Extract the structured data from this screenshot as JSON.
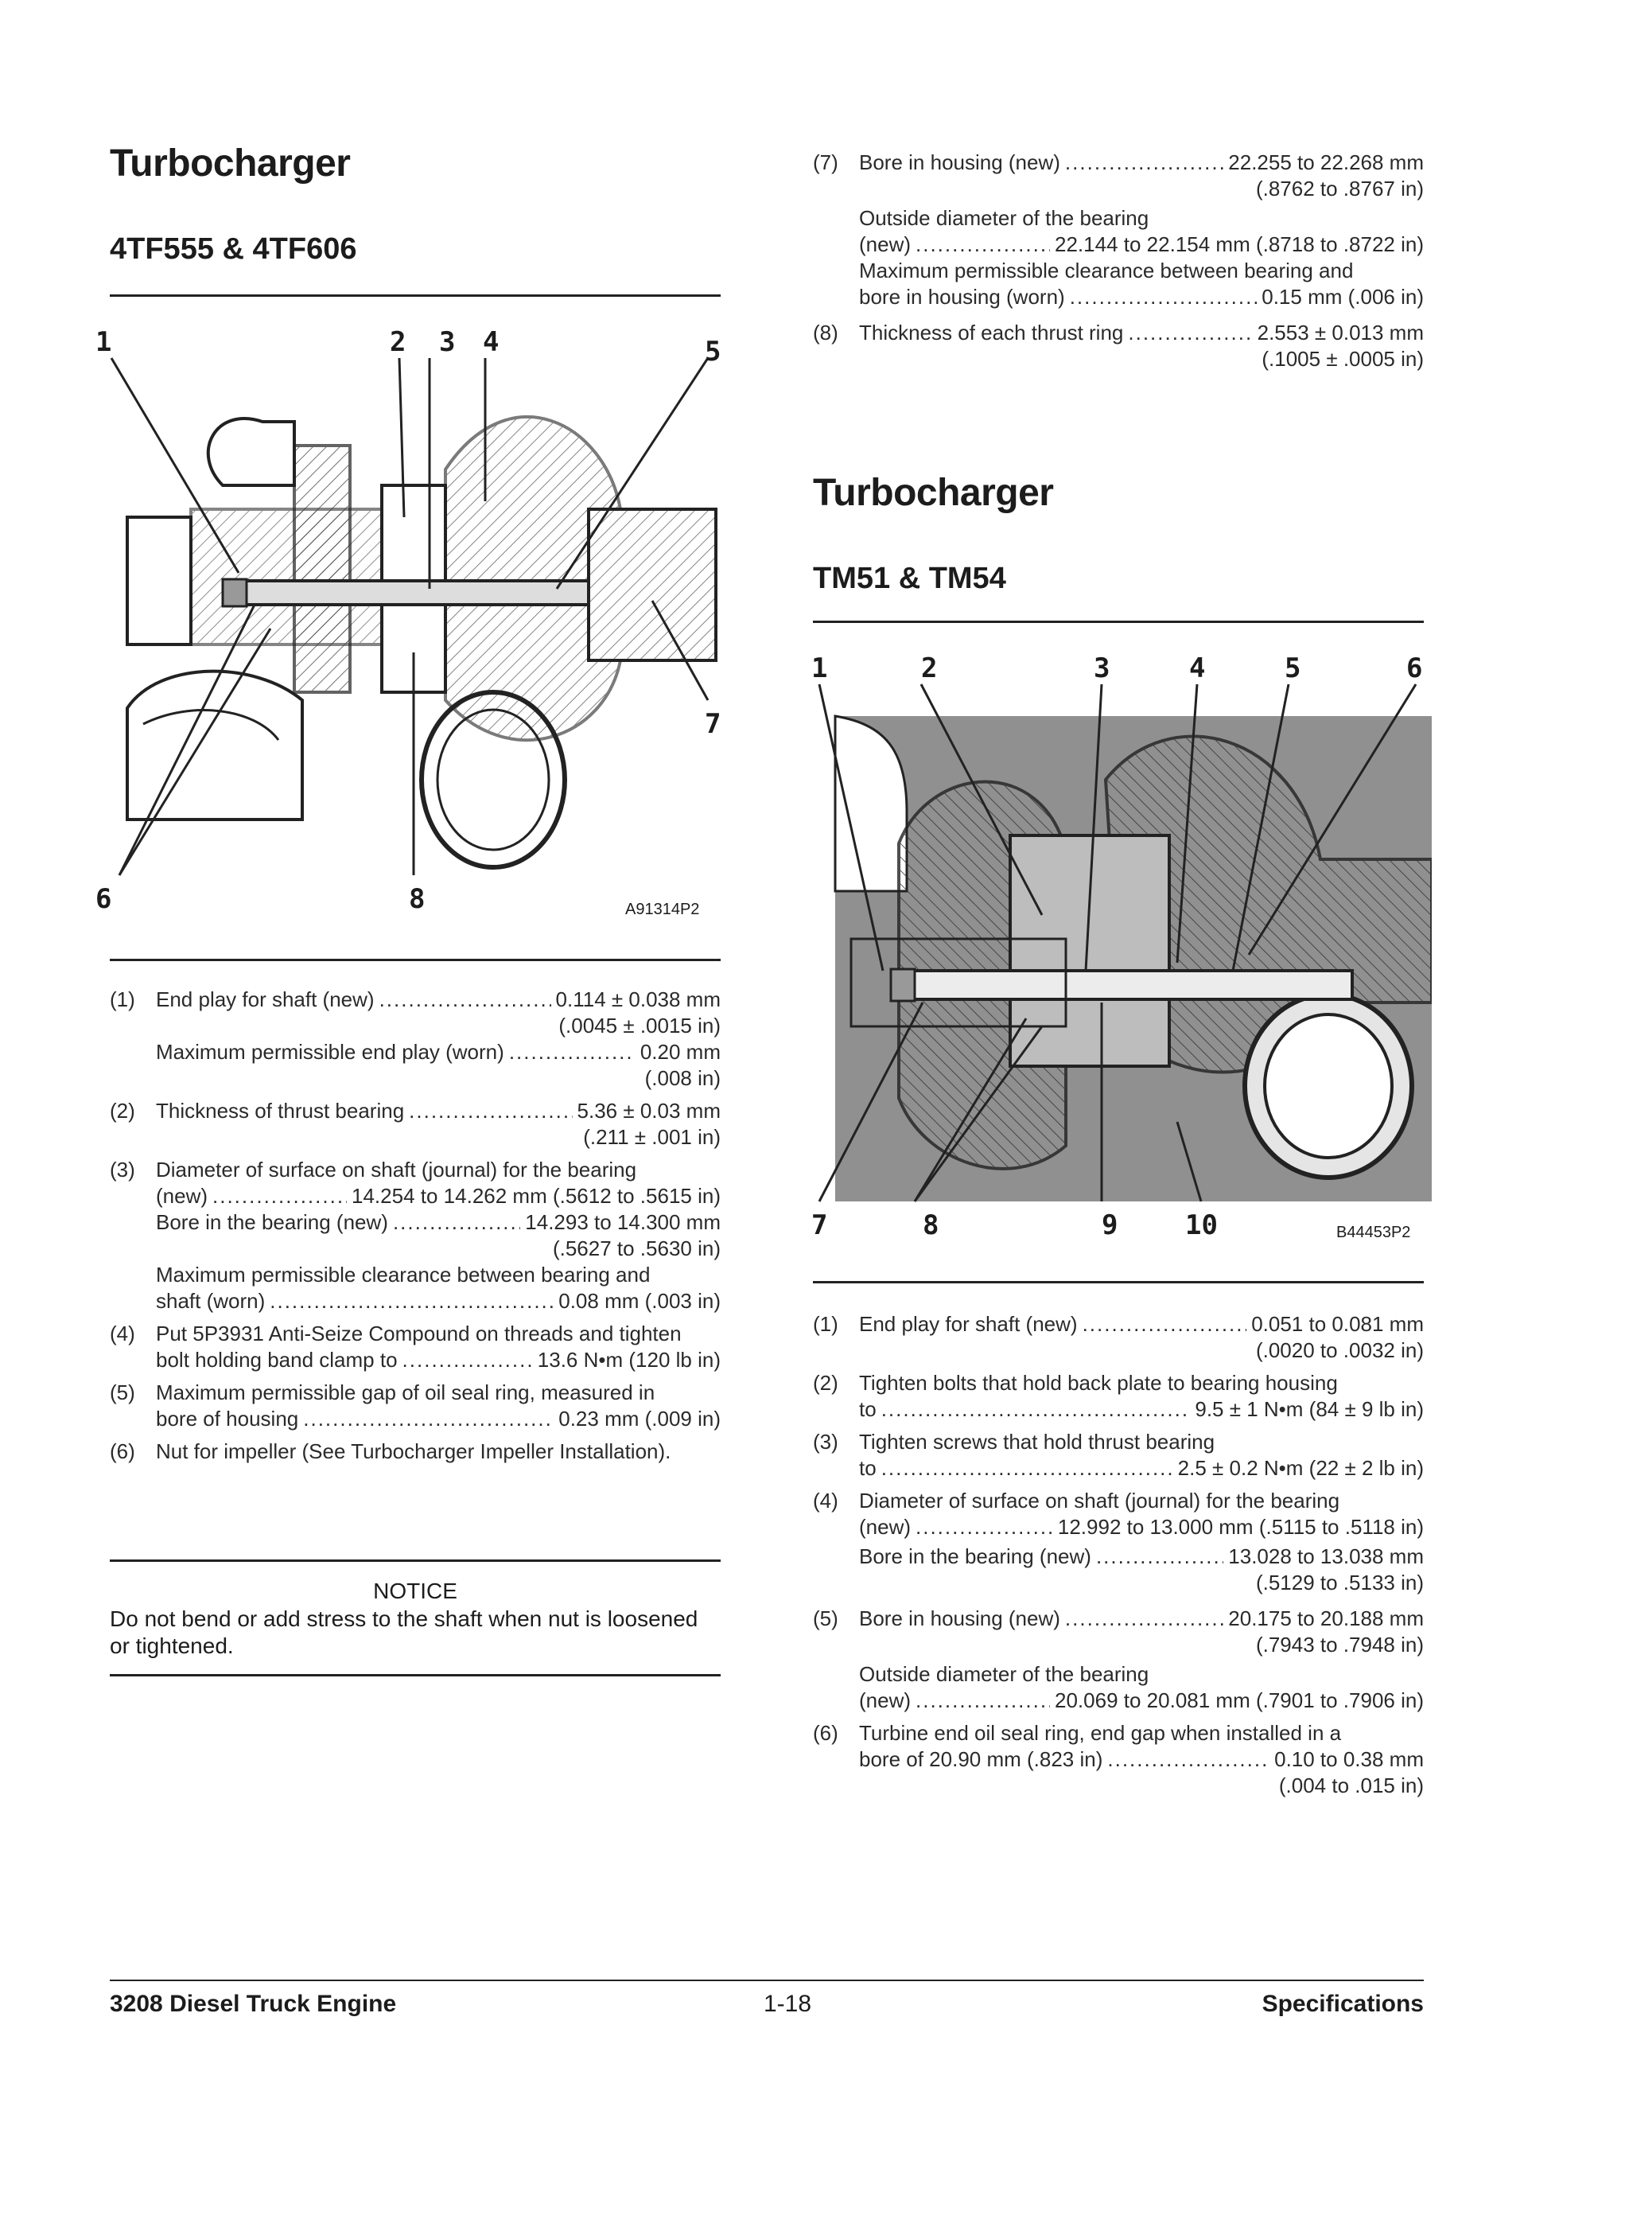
{
  "left": {
    "title": "Turbocharger",
    "subtitle": "4TF555 & 4TF606",
    "figure": {
      "id": "A91314P2",
      "callouts": [
        "1",
        "2",
        "3",
        "4",
        "5",
        "6",
        "7",
        "8"
      ]
    },
    "specs": [
      {
        "num": "(1)",
        "lines": [
          {
            "label": "End play for shaft (new)",
            "value": "0.114 ± 0.038 mm"
          },
          {
            "value": "(.0045 ± .0015 in)"
          },
          {
            "label": "Maximum permissible end play (worn)",
            "value": "0.20 mm",
            "indent": true
          },
          {
            "value": "(.008 in)"
          }
        ]
      },
      {
        "num": "(2)",
        "lines": [
          {
            "label": "Thickness of thrust bearing",
            "value": "5.36 ± 0.03 mm"
          },
          {
            "value": "(.211 ± .001 in)"
          }
        ]
      },
      {
        "num": "(3)",
        "lines": [
          {
            "text": "Diameter of surface on shaft (journal) for the bearing"
          },
          {
            "label": "(new)",
            "value": "14.254 to 14.262 mm (.5612 to .5615 in)"
          },
          {
            "label": "Bore in the bearing (new)",
            "value": "14.293 to 14.300 mm",
            "indent": true
          },
          {
            "value": "(.5627 to .5630 in)"
          },
          {
            "text": "Maximum permissible clearance between bearing and",
            "indent": true
          },
          {
            "label": "shaft (worn)",
            "value": "0.08 mm (.003 in)",
            "indent": true
          }
        ]
      },
      {
        "num": "(4)",
        "lines": [
          {
            "text": "Put 5P3931 Anti-Seize Compound on threads and tighten"
          },
          {
            "label": "bolt holding band clamp to",
            "value": "13.6 N•m (120 lb in)"
          }
        ]
      },
      {
        "num": "(5)",
        "lines": [
          {
            "text": "Maximum permissible gap of oil seal ring, measured in"
          },
          {
            "label": "bore of housing",
            "value": "0.23 mm (.009 in)"
          }
        ]
      },
      {
        "num": "(6)",
        "lines": [
          {
            "text": "Nut for impeller (See Turbocharger Impeller Installation)."
          }
        ]
      }
    ],
    "notice": {
      "heading": "NOTICE",
      "body": "Do not bend or add stress to the shaft when nut is loosened or tightened."
    }
  },
  "right": {
    "top_specs": [
      {
        "num": "(7)",
        "lines": [
          {
            "label": "Bore in housing (new)",
            "value": "22.255 to 22.268 mm"
          },
          {
            "value": "(.8762 to .8767 in)"
          },
          {
            "text": "Outside diameter of the bearing"
          },
          {
            "label": "(new)",
            "value": "22.144 to 22.154 mm (.8718 to .8722 in)"
          },
          {
            "text": "Maximum permissible clearance between bearing and"
          },
          {
            "label": "bore in housing (worn)",
            "value": "0.15 mm (.006 in)"
          }
        ]
      },
      {
        "num": "(8)",
        "lines": [
          {
            "label": "Thickness of each thrust ring",
            "value": "2.553 ± 0.013 mm"
          },
          {
            "value": "(.1005 ± .0005 in)"
          }
        ]
      }
    ],
    "title": "Turbocharger",
    "subtitle": "TM51 & TM54",
    "figure": {
      "id": "B44453P2",
      "callouts": [
        "1",
        "2",
        "3",
        "4",
        "5",
        "6",
        "7",
        "8",
        "9",
        "10"
      ]
    },
    "specs": [
      {
        "num": "(1)",
        "lines": [
          {
            "label": "End play for shaft (new)",
            "value": "0.051 to 0.081 mm"
          },
          {
            "value": "(.0020 to .0032 in)"
          }
        ]
      },
      {
        "num": "(2)",
        "lines": [
          {
            "text": "Tighten bolts that hold back plate to bearing housing"
          },
          {
            "label": "to",
            "value": "9.5 ± 1 N•m (84 ± 9 lb in)"
          }
        ]
      },
      {
        "num": "(3)",
        "lines": [
          {
            "text": "Tighten screws that hold thrust bearing"
          },
          {
            "label": "to",
            "value": "2.5 ± 0.2 N•m (22 ± 2 lb in)"
          }
        ]
      },
      {
        "num": "(4)",
        "lines": [
          {
            "text": "Diameter of surface on shaft (journal) for the bearing"
          },
          {
            "label": "(new)",
            "value": "12.992 to 13.000 mm (.5115 to .5118 in)"
          },
          {
            "label": "Bore in the bearing (new)",
            "value": "13.028 to 13.038 mm"
          },
          {
            "value": "(.5129 to .5133 in)"
          }
        ]
      },
      {
        "num": "(5)",
        "lines": [
          {
            "label": "Bore in housing (new)",
            "value": "20.175 to 20.188 mm"
          },
          {
            "value": "(.7943 to .7948 in)"
          },
          {
            "text": "Outside diameter of the bearing"
          },
          {
            "label": "(new)",
            "value": "20.069 to 20.081 mm (.7901 to .7906 in)"
          }
        ]
      },
      {
        "num": "(6)",
        "lines": [
          {
            "text": "Turbine end oil seal ring, end gap when installed in a"
          },
          {
            "label": "bore of 20.90 mm (.823 in)",
            "value": "0.10 to 0.38 mm"
          },
          {
            "value": "(.004 to .015 in)"
          }
        ]
      }
    ]
  },
  "footer": {
    "left": "3208 Diesel Truck Engine",
    "center": "1-18",
    "right": "Specifications"
  }
}
